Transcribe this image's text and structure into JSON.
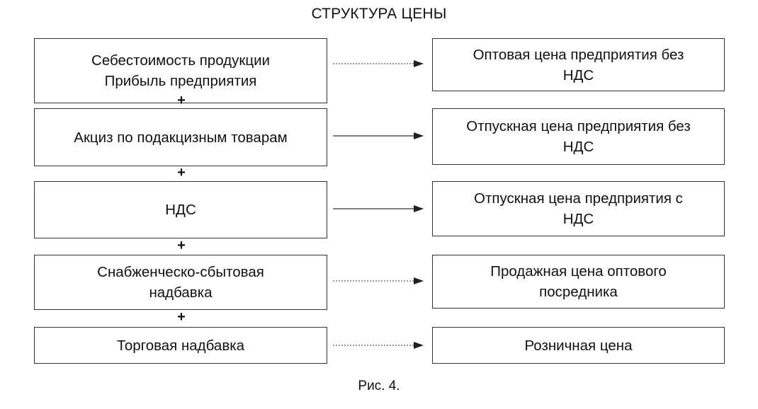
{
  "title": "СТРУКТУРА ЦЕНЫ",
  "rows": [
    {
      "left_lines": [
        "Себестоимость продукции",
        "Прибыль предприятия"
      ],
      "right_lines": [
        "Оптовая цена предприятия без",
        "НДС"
      ],
      "arrow_style": "dotted"
    },
    {
      "left_lines": [
        "Акциз по подакцизным товарам"
      ],
      "right_lines": [
        "Отпускная цена предприятия без",
        "НДС"
      ],
      "arrow_style": "solid"
    },
    {
      "left_lines": [
        "НДС"
      ],
      "right_lines": [
        "Отпускная цена предприятия с",
        "НДС"
      ],
      "arrow_style": "solid"
    },
    {
      "left_lines": [
        "Снабженческо-сбытовая",
        "надбавка"
      ],
      "right_lines": [
        "Продажная цена оптового",
        "посредника"
      ],
      "arrow_style": "dotted"
    },
    {
      "left_lines": [
        "Торговая надбавка"
      ],
      "right_lines": [
        "Розничная цена"
      ],
      "arrow_style": "dotted"
    }
  ],
  "plus_sign": "+",
  "caption": "Рис. 4.",
  "colors": {
    "line": "#333333",
    "text": "#111111",
    "background": "#ffffff"
  }
}
